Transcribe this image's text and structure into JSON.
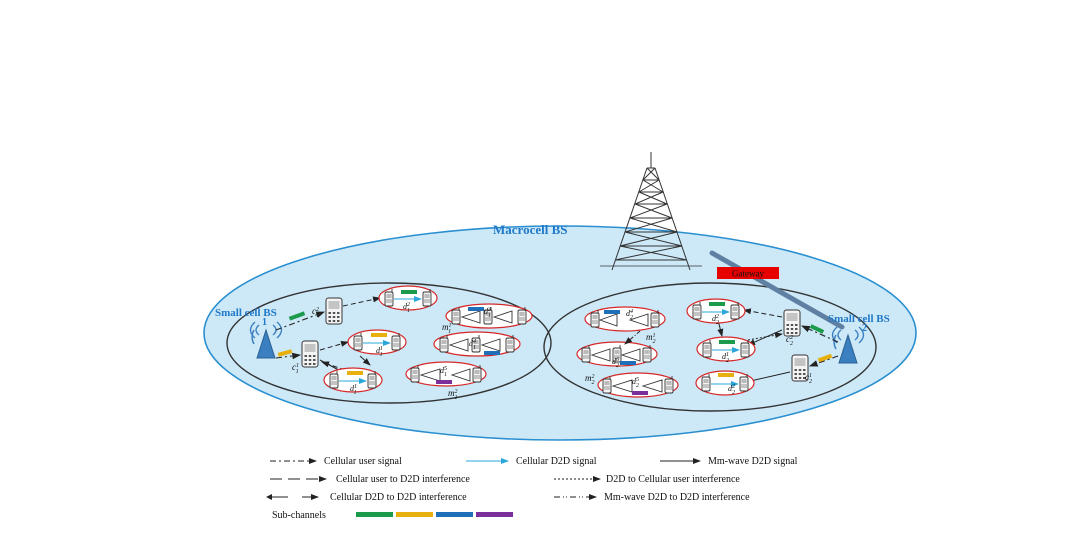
{
  "macrocell_label": "Macrocell BS",
  "gateway_label": "Gateway",
  "small_cell_1": {
    "label": "Small cell BS",
    "index": "1"
  },
  "small_cell_2": {
    "label": "Small cell BS",
    "index": "2"
  },
  "cellular_users": {
    "c1_1": {
      "base": "c",
      "sub": "1",
      "sup": "1"
    },
    "c1_2": {
      "base": "c",
      "sub": "1",
      "sup": "2"
    },
    "c2_1": {
      "base": "c",
      "sub": "2",
      "sup": "1"
    },
    "c2_2": {
      "base": "c",
      "sub": "2",
      "sup": "2"
    }
  },
  "d2d_pairs": {
    "d1_1": {
      "base": "d",
      "sub": "1",
      "sup": "1"
    },
    "d1_2": {
      "base": "d",
      "sub": "1",
      "sup": "2"
    },
    "d1_3": {
      "base": "d",
      "sub": "1",
      "sup": "3"
    },
    "d1_4": {
      "base": "d",
      "sub": "1",
      "sup": "4"
    },
    "d1_5": {
      "base": "d",
      "sub": "1",
      "sup": "5"
    },
    "d1_6": {
      "base": "d",
      "sub": "1",
      "sup": "6"
    },
    "d2_1": {
      "base": "d",
      "sub": "2",
      "sup": "1"
    },
    "d2_2": {
      "base": "d",
      "sub": "2",
      "sup": "2"
    },
    "d2_3": {
      "base": "d",
      "sub": "2",
      "sup": "3"
    },
    "d2_4": {
      "base": "d",
      "sub": "2",
      "sup": "4"
    },
    "d2_5": {
      "base": "d",
      "sub": "2",
      "sup": "5"
    },
    "d2_6": {
      "base": "d",
      "sub": "2",
      "sup": "6"
    }
  },
  "mmwave_groups": {
    "m1_1": {
      "base": "m",
      "sub": "1",
      "sup": "1"
    },
    "m1_2": {
      "base": "m",
      "sub": "1",
      "sup": "2"
    },
    "m2_1": {
      "base": "m",
      "sub": "2",
      "sup": "1"
    },
    "m2_2": {
      "base": "m",
      "sub": "2",
      "sup": "2"
    }
  },
  "legend": {
    "cellular_user_signal": "Cellular user signal",
    "cellular_d2d_signal": "Cellular D2D signal",
    "mmwave_d2d_signal": "Mm-wave D2D signal",
    "cellular_user_to_d2d_interference": "Cellular user to D2D interference",
    "d2d_to_cellular_user_interference": "D2D to Cellular user interference",
    "cellular_d2d_to_d2d_interference": "Cellular D2D to D2D interference",
    "mmwave_d2d_to_d2d_interference": "Mm-wave D2D to D2D interference",
    "subchannels_label": "Sub-channels"
  },
  "subchannel_colors": [
    "#1a9a4a",
    "#e8b00f",
    "#1f6fb8",
    "#7a2f9a"
  ],
  "colors": {
    "macrocell_fill": "#cde9f8",
    "macrocell_stroke": "#2a8fd0",
    "label_blue": "#1f78c8",
    "pair_ellipse": "#d62828",
    "gateway_red": "#e60000",
    "gateway_link": "#5f7fa3",
    "cellular_d2d_signal": "#2aa7d8"
  }
}
